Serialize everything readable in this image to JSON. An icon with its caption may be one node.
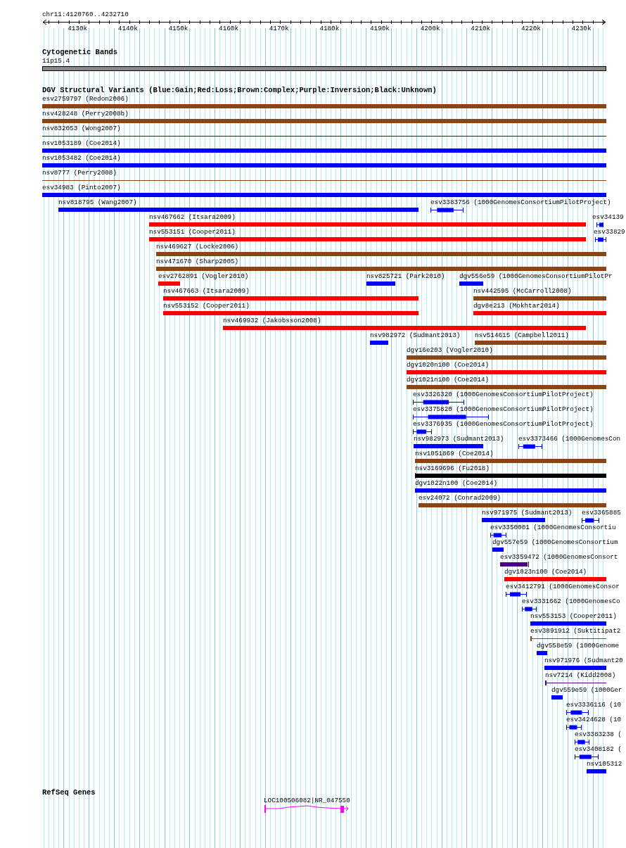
{
  "diagram": {
    "labels": [
      "chr11:4120760..4232710",
      "4130k",
      "4140k",
      "4150k",
      "4160k",
      "4170k",
      "4180k",
      "4190k",
      "4200k",
      "4210k",
      "4220k",
      "4230k",
      "Cytogenetic Bands",
      "11p15.4",
      "DGV Structural Variants (Blue:Gain;Red:Loss;Brown:Complex;Purple:Inversion;Black:Unknown)",
      "esv2759797 (Redon2006)",
      "nsv428248 (Perry2008b)",
      "nsv832053 (Wong2007)",
      "nsv1053189 (Coe2014)",
      "nsv1053482 (Coe2014)",
      "nsv8777 (Perry2008)",
      "esv34983 (Pinto2007)",
      "nsv818795 (Wang2007)",
      "esv3383756 (1000GenomesConsortiumPilotProject)",
      "nsv467662 (Itsara2009)",
      "esv34139",
      "nsv553151 (Cooper2011)",
      "esv33829",
      "nsv469627 (Locke2006)",
      "nsv471670 (Sharp2005)",
      "esv2762891 (Vogler2010)",
      "nsv825721 (Park2010)",
      "dgv556e59 (1000GenomesConsortiumPilotPr",
      "nsv467663 (Itsara2009)",
      "nsv442595 (McCarroll2008)",
      "nsv553152 (Cooper2011)",
      "dgv8e213 (Mokhtar2014)",
      "nsv469932 (Jakobsson2008)",
      "nsv982972 (Sudmant2013)",
      "nsv514615 (Campbell2011)",
      "dgv16e203 (Vogler2010)",
      "dgv1020n100 (Coe2014)",
      "dgv1021n100 (Coe2014)",
      "esv3326320 (1000GenomesConsortiumPilotProject)",
      "esv3375820 (1000GenomesConsortiumPilotProject)",
      "esv3376935 (1000GenomesConsortiumPilotProject)",
      "nsv982973 (Sudmant2013)",
      "esv3373466 (1000GenomesCon",
      "nsv1051869 (Coe2014)",
      "nsv3169696 (Fu2018)",
      "dgv1022n100 (Coe2014)",
      "esv24072 (Conrad2009)",
      "nsv971975 (Sudmant2013)",
      "esv3365885",
      "esv3350001 (1000GenomesConsortiu",
      "dgv557e59 (1000GenomesConsortium",
      "esv3359472 (1000GenomesConsort",
      "dgv1023n100 (Coe2014)",
      "esv3412791 (1000GenomesConsor",
      "esv3331662 (1000GenomesCo",
      "nsv553153 (Cooper2011)",
      "esv3891912 (Suktitipat2",
      "dgv558e59 (1000Genome",
      "nsv971976 (Sudmant20",
      "nsv7214 (Kidd2008)",
      "dgv559e59 (1000Ger",
      "esv3336116 (10",
      "esv3424628 (10",
      "esv3383238 (",
      "esv3408182 (",
      "nsv105312",
      "RefSeq Genes",
      "LOC100506082|NR_047550"
    ]
  }
}
